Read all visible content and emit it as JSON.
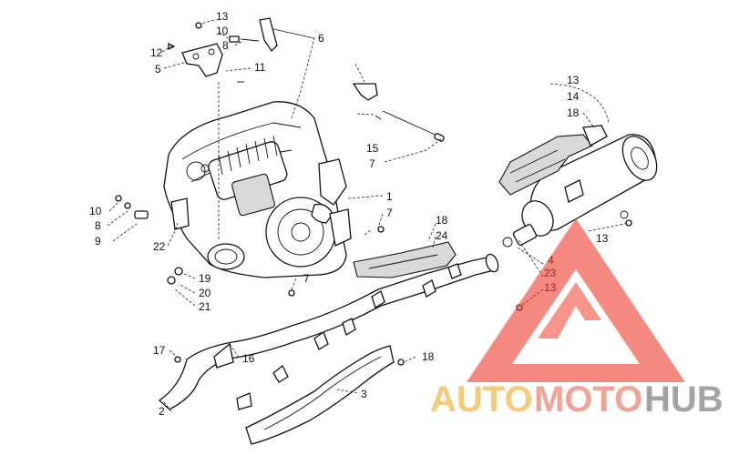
{
  "diagram": {
    "callouts": {
      "c1": "1",
      "c2": "2",
      "c3": "3",
      "c4": "4",
      "c5": "5",
      "c6": "6",
      "c7a": "7",
      "c7b": "7",
      "c7c": "7",
      "c8a": "8",
      "c8b": "8",
      "c9": "9",
      "c10a": "10",
      "c10b": "10",
      "c11": "11",
      "c12": "12",
      "c13a": "13",
      "c13b": "13",
      "c13c": "13",
      "c13d": "13",
      "c14": "14",
      "c15": "15",
      "c16": "16",
      "c17": "17",
      "c18a": "18",
      "c18b": "18",
      "c18c": "18",
      "c19": "19",
      "c20": "20",
      "c21": "21",
      "c22": "22",
      "c23": "23",
      "c24": "24"
    }
  },
  "watermark": {
    "word1": "AUTO",
    "word2": "MOTO",
    "word3": "HUB",
    "colors": {
      "auto": "#f2c66d",
      "moto": "#f29a8a",
      "hub": "#9a9a9a",
      "triangle": "#ef3b2c"
    }
  }
}
